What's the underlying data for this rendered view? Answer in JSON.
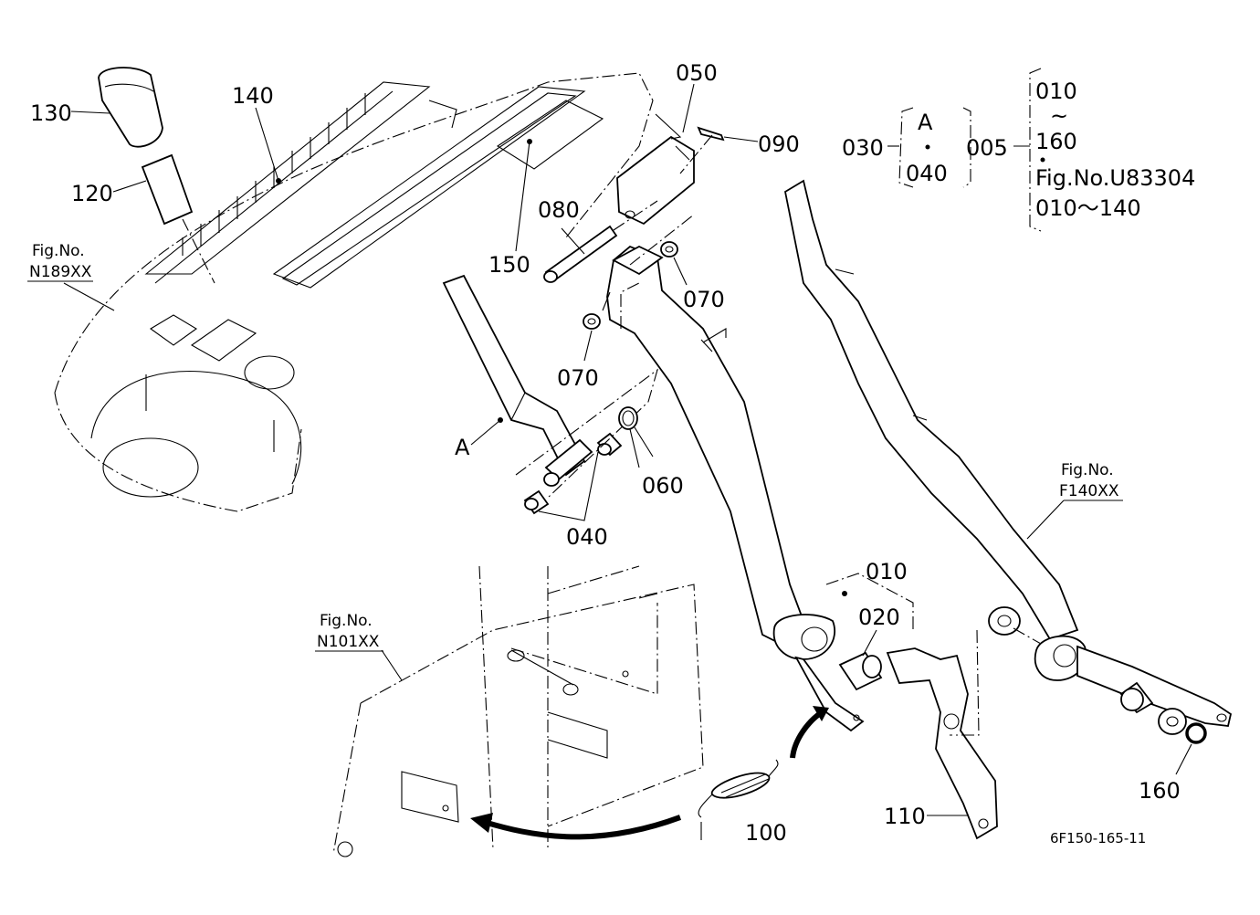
{
  "labels": {
    "p130": "130",
    "p120": "120",
    "p140": "140",
    "p150": "150",
    "p050": "050",
    "p090": "090",
    "p080": "080",
    "p070a": "070",
    "p070b": "070",
    "p060": "060",
    "p040": "040",
    "pA": "A",
    "p010": "010",
    "p020": "020",
    "p100": "100",
    "p110": "110",
    "p160": "160"
  },
  "refs": {
    "fig_word_1": "Fig.No.",
    "fig_n189": "N189XX",
    "fig_word_2": "Fig.No.",
    "fig_n101": "N101XX",
    "fig_word_3": "Fig.No.",
    "fig_f140": "F140XX"
  },
  "legend": {
    "g030": {
      "id": "030",
      "top": "A",
      "bottom": "040"
    },
    "g005": {
      "id": "005",
      "line1": "010",
      "tilde": "~",
      "line2": "160",
      "line3": "Fig.No.U83304",
      "line4": "010～140"
    }
  },
  "drawing_code": "6F150-165-11"
}
